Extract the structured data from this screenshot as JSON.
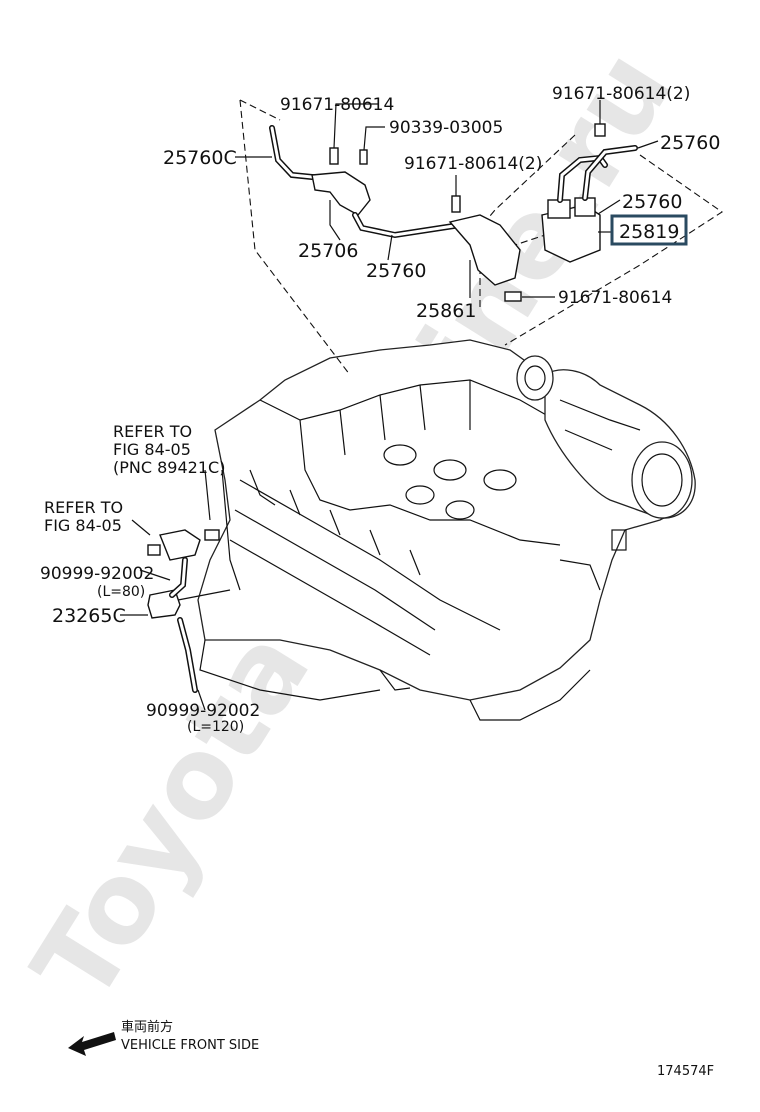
{
  "watermark": "ToyotaCarMine.ru",
  "parts": {
    "p_25760C": "25760C",
    "p_91671_top_left": "91671-80614",
    "p_90339": "90339-03005",
    "p_25706": "25706",
    "p_25760_mid": "25760",
    "p_91671_mid": "91671-80614(2)",
    "p_25861": "25861",
    "p_91671_top_right": "91671-80614(2)",
    "p_25760_right_upper": "25760",
    "p_25760_right_lower": "25760",
    "p_25819": "25819",
    "p_91671_right_bottom": "91671-80614",
    "p_23265C": "23265C",
    "p_90999_a": "90999-92002",
    "p_90999_a_len": "(L=80)",
    "p_90999_b": "90999-92002",
    "p_90999_b_len": "(L=120)"
  },
  "refer1": {
    "line1": "REFER TO",
    "line2": "FIG 84-05",
    "line3": "(PNC 89421C)"
  },
  "refer2": {
    "line1": "REFER TO",
    "line2": "FIG 84-05"
  },
  "front": {
    "jp": "車両前方",
    "en": "VEHICLE FRONT SIDE"
  },
  "figure_number": "174574F",
  "colors": {
    "highlight": "#2a4a60",
    "watermark": "#e6e6e6"
  }
}
